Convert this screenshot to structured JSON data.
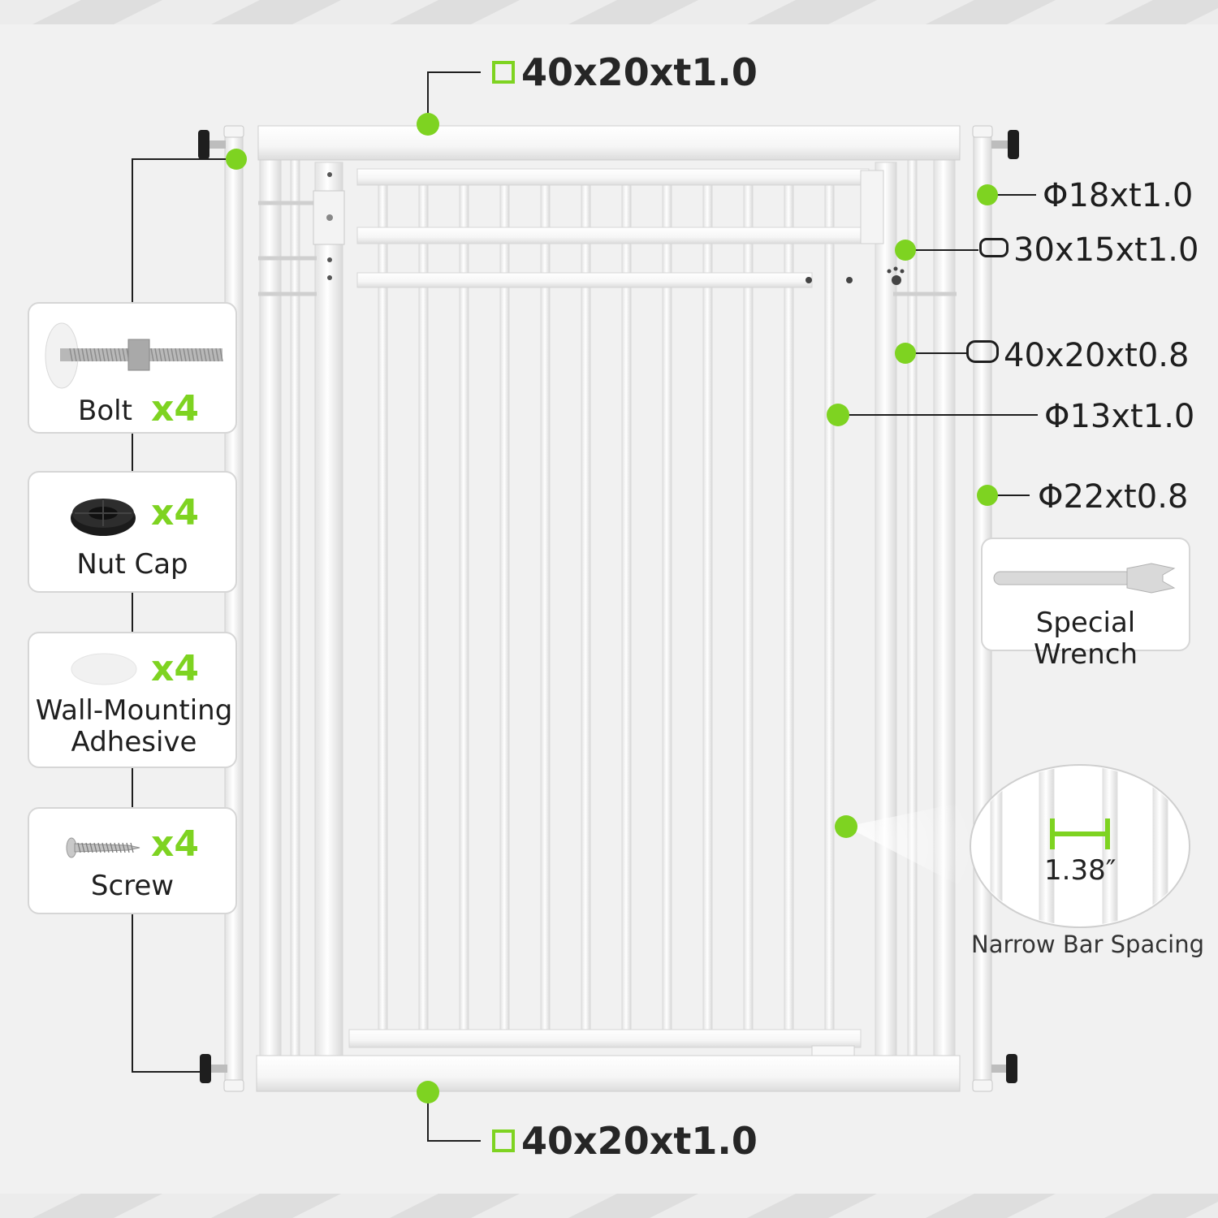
{
  "colors": {
    "accent": "#7ed321",
    "background": "#f1f1f1",
    "gate": "#ffffff",
    "line": "#1e1e1e"
  },
  "dimensions": {
    "top_rail": "40x20xt1.0",
    "pole_upper": "Φ18xt1.0",
    "inner_bar": "30x15xt1.0",
    "frame_tube": "40x20xt0.8",
    "vertical_bar": "Φ13xt1.0",
    "pole_lower": "Φ22xt0.8",
    "bottom_rail": "40x20xt1.0"
  },
  "accessories": [
    {
      "name": "Bolt",
      "qty": "x4",
      "icon": "bolt-icon"
    },
    {
      "name": "Nut Cap",
      "qty": "x4",
      "icon": "nut-cap-icon"
    },
    {
      "name": "Wall-Mounting\nAdhesive",
      "qty": "x4",
      "icon": "adhesive-pad-icon"
    },
    {
      "name": "Screw",
      "qty": "x4",
      "icon": "screw-icon"
    }
  ],
  "wrench": {
    "name": "Special Wrench",
    "icon": "wrench-icon"
  },
  "spacing": {
    "value": "1.38″",
    "caption": "Narrow Bar Spacing"
  }
}
